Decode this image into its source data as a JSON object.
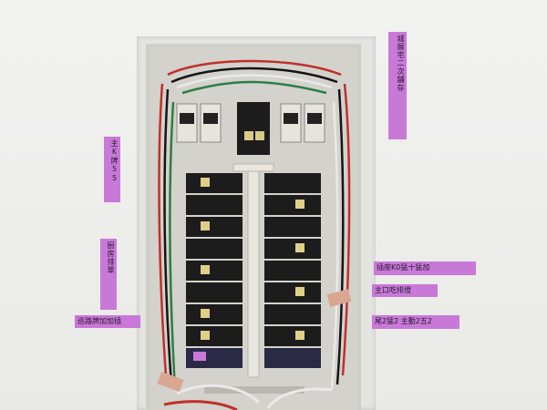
{
  "labels": {
    "top_right": "城展宅二次舗存",
    "left_upper": "主K牌55",
    "left_middle": "厨房排單",
    "left_lower": "巡路牌加加插",
    "right_upper": "插座K0猛十猛加",
    "right_middle": "主口吃排燈",
    "right_lower": "尾2猛2 主動2五2"
  },
  "colors": {
    "wall": "#eeeeec",
    "tape": "#c879d8",
    "panel": "#d9d9d4",
    "breaker": "#1c1c1c",
    "bus_bar": "#e8e6df",
    "wire_red": "#c0302a",
    "wire_green": "#2e7d45",
    "wire_white": "#e9e9e9",
    "wire_black": "#151515"
  }
}
